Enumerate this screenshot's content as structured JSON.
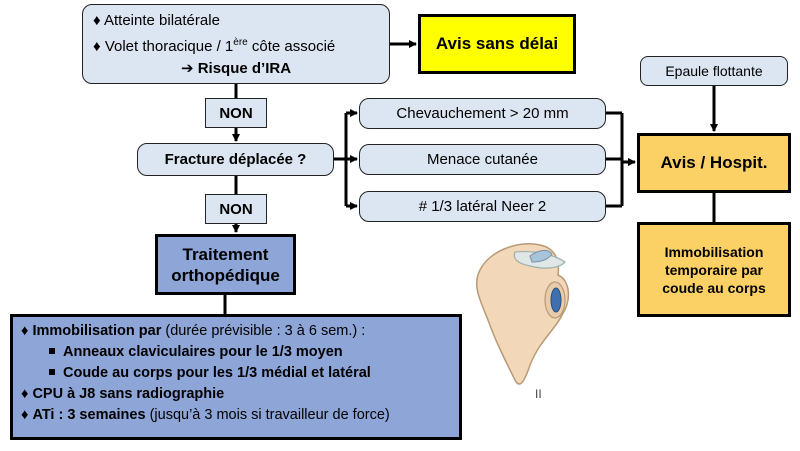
{
  "top_box": {
    "line1": "Atteinte bilatérale",
    "line2_main": "Volet thoracique / 1",
    "line2_sup": "ère",
    "line2_end": " côte associé",
    "arrow_glyph": "➔",
    "risk": "Risque d’IRA",
    "bullet": "♦"
  },
  "avis_sans_delai": "Avis sans délai",
  "non_1": "NON",
  "non_2": "NON",
  "fracture": "Fracture déplacée ?",
  "options": [
    "Chevauchement > 20 mm",
    "Menace cutanée",
    "# 1/3 latéral Neer 2"
  ],
  "epaule": "Epaule flottante",
  "avis_hospit": "Avis / Hospit.",
  "immobilisation_box": {
    "line1": "Immobilisation",
    "line2": "temporaire par",
    "line3": "coude au corps"
  },
  "traitement": {
    "line1": "Traitement",
    "line2": "orthopédique"
  },
  "bottom_box": {
    "bullet": "♦",
    "immob_bold": "Immobilisation par",
    "immob_rest": " (durée prévisible : 3 à 6 sem.) :",
    "sub1": "Anneaux claviculaires pour le 1/3 moyen",
    "sub2": "Coude au corps pour les 1/3 médial et latéral",
    "cpu": "CPU à J8 sans radiographie",
    "ati_bold": "ATi : 3 semaines",
    "ati_rest": " (jusqu’à 3 mois si travailleur de force)"
  },
  "figure_label": "II"
}
